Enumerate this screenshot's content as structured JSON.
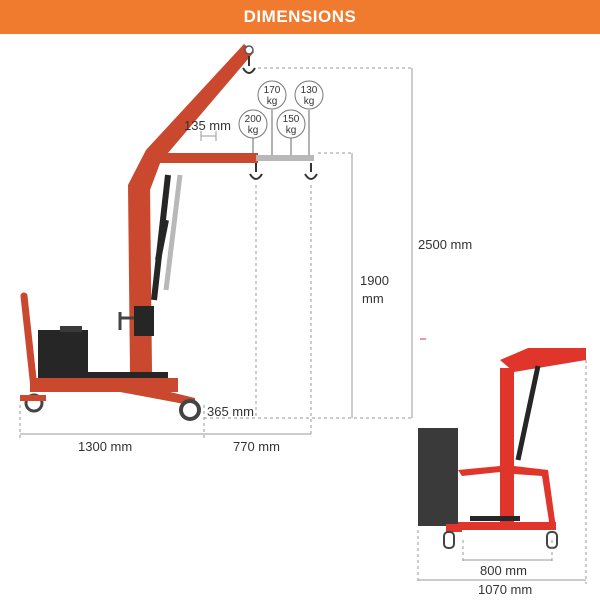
{
  "header": {
    "title": "DIMENSIONS"
  },
  "weights": {
    "w170": [
      "170",
      "kg"
    ],
    "w130": [
      "130",
      "kg"
    ],
    "w200": [
      "200",
      "kg"
    ],
    "w150": [
      "150",
      "kg"
    ]
  },
  "dimensions": {
    "boom_step": "135 mm",
    "total_height": "2500 mm",
    "hook_height_value": "1900",
    "hook_height_unit": "mm",
    "leg_clearance": "365 mm",
    "base_length": "1300 mm",
    "reach": "770 mm",
    "inner_width": "800 mm",
    "outer_width": "1070 mm"
  },
  "colors": {
    "banner": "#f07a2e",
    "crane_side": "#c9482e",
    "crane_front": "#e0352b",
    "counterweight": "#262626",
    "rod": "#b8b8b8"
  }
}
